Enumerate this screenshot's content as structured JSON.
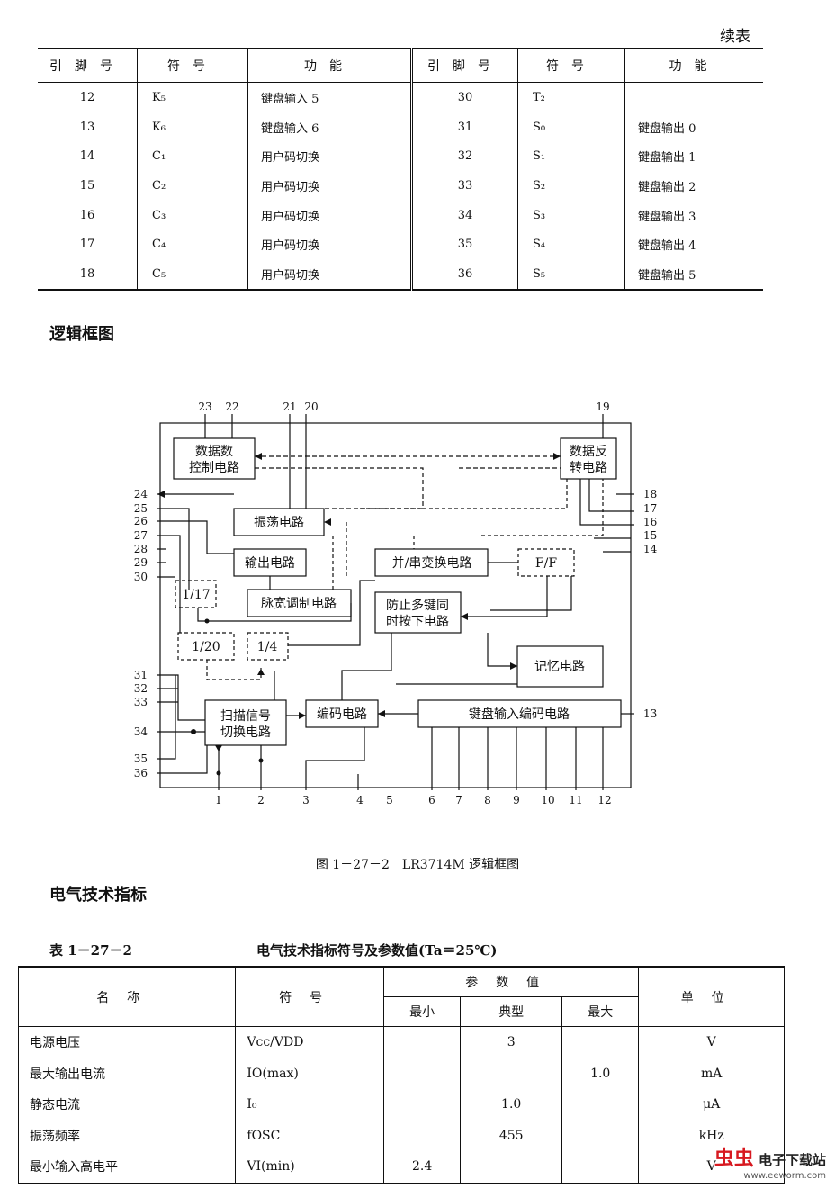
{
  "header": {
    "continued": "续表"
  },
  "pin_table": {
    "headers": [
      "引脚号",
      "符号",
      "功能",
      "引脚号",
      "符号",
      "功能"
    ],
    "rows": [
      {
        "pin_l": "12",
        "sym_l": "K₅",
        "fn_l": "键盘输入 5",
        "pin_r": "30",
        "sym_r": "T₂",
        "fn_r": ""
      },
      {
        "pin_l": "13",
        "sym_l": "K₆",
        "fn_l": "键盘输入 6",
        "pin_r": "31",
        "sym_r": "S₀",
        "fn_r": "键盘输出 0"
      },
      {
        "pin_l": "14",
        "sym_l": "C₁",
        "fn_l": "用户码切换",
        "pin_r": "32",
        "sym_r": "S₁",
        "fn_r": "键盘输出 1"
      },
      {
        "pin_l": "15",
        "sym_l": "C₂",
        "fn_l": "用户码切换",
        "pin_r": "33",
        "sym_r": "S₂",
        "fn_r": "键盘输出 2"
      },
      {
        "pin_l": "16",
        "sym_l": "C₃",
        "fn_l": "用户码切换",
        "pin_r": "34",
        "sym_r": "S₃",
        "fn_r": "键盘输出 3"
      },
      {
        "pin_l": "17",
        "sym_l": "C₄",
        "fn_l": "用户码切换",
        "pin_r": "35",
        "sym_r": "S₄",
        "fn_r": "键盘输出 4"
      },
      {
        "pin_l": "18",
        "sym_l": "C₅",
        "fn_l": "用户码切换",
        "pin_r": "36",
        "sym_r": "S₅",
        "fn_r": "键盘输出 5"
      }
    ]
  },
  "section_logic": "逻辑框图",
  "diagram": {
    "blocks": {
      "data_count_1": "数据数",
      "data_count_2": "控制电路",
      "invert_1": "数据反",
      "invert_2": "转电路",
      "osc": "振荡电路",
      "output": "输出电路",
      "ps": "并/串变换电路",
      "ff": "F/F",
      "div17": "1/17",
      "pwm": "脉宽调制电路",
      "anti_1": "防止多键同",
      "anti_2": "时按下电路",
      "div20": "1/20",
      "div4": "1/4",
      "mem": "记忆电路",
      "scan_1": "扫描信号",
      "scan_2": "切换电路",
      "enc": "编码电路",
      "kbd": "键盘输入编码电路"
    },
    "pins_top": [
      "23",
      "22",
      "21",
      "20",
      "19"
    ],
    "pins_left": [
      "24",
      "25",
      "26",
      "27",
      "28",
      "29",
      "30",
      "31",
      "32",
      "33",
      "34",
      "35",
      "36"
    ],
    "pins_right": [
      "18",
      "17",
      "16",
      "15",
      "14",
      "13"
    ],
    "pins_bottom": [
      "1",
      "2",
      "3",
      "4",
      "5",
      "6",
      "7",
      "8",
      "9",
      "10",
      "11",
      "12"
    ]
  },
  "figure_caption": "图 1－27－2　LR3714M 逻辑框图",
  "section_elec": "电气技术指标",
  "spec_table": {
    "label": "表 1－27－2",
    "title": "电气技术指标符号及参数值(Ta＝25℃)",
    "headers": {
      "name": "名称",
      "symbol": "符号",
      "params": "参数值",
      "min": "最小",
      "typ": "典型",
      "max": "最大",
      "unit": "单位"
    },
    "rows": [
      {
        "name": "电源电压",
        "symbol": "Vcc/VDD",
        "min": "",
        "typ": "3",
        "max": "",
        "unit": "V"
      },
      {
        "name": "最大输出电流",
        "symbol": "IO(max)",
        "min": "",
        "typ": "",
        "max": "1.0",
        "unit": "mA"
      },
      {
        "name": "静态电流",
        "symbol": "I₀",
        "min": "",
        "typ": "1.0",
        "max": "",
        "unit": "μA"
      },
      {
        "name": "振荡频率",
        "symbol": "fOSC",
        "min": "",
        "typ": "455",
        "max": "",
        "unit": "kHz"
      },
      {
        "name": "最小输入高电平",
        "symbol": "VI(min)",
        "min": "2.4",
        "typ": "",
        "max": "",
        "unit": "V"
      }
    ]
  },
  "watermark": {
    "logo": "虫虫",
    "name": "电子下载站",
    "url": "www.eeworm.com"
  }
}
